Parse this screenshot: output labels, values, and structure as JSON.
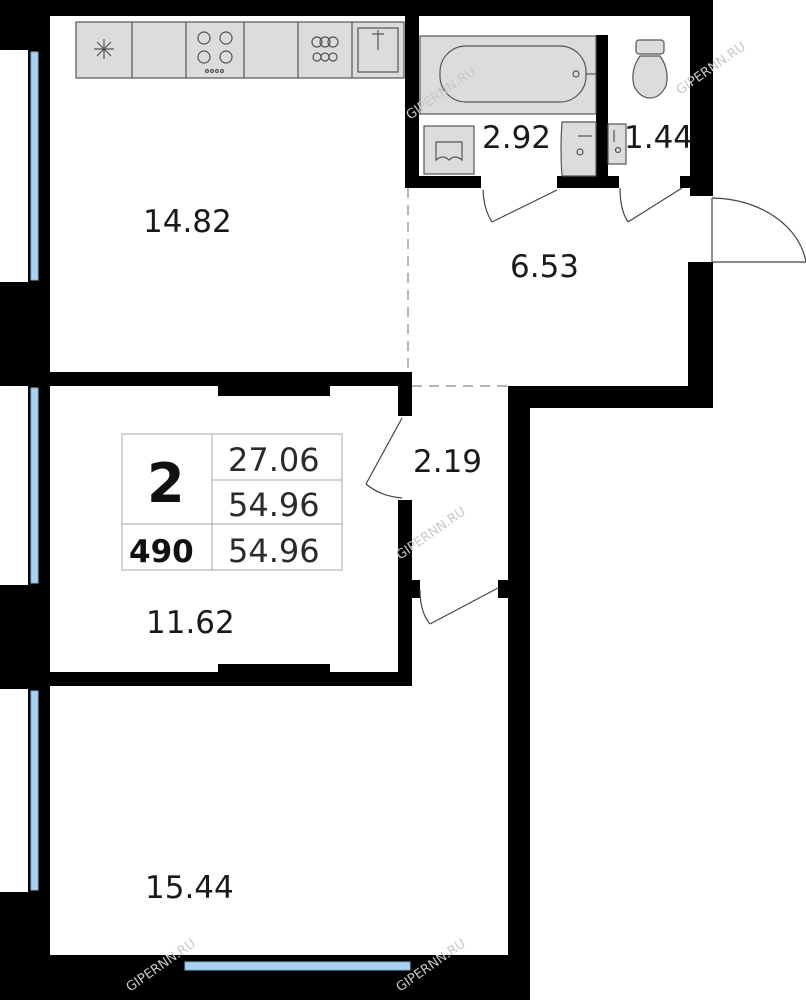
{
  "rooms": {
    "kitchen": {
      "area": "14.82"
    },
    "bathroom": {
      "area": "2.92"
    },
    "toilet": {
      "area": "1.44"
    },
    "hall": {
      "area": "6.53"
    },
    "corridor": {
      "area": "2.19"
    },
    "bedroom": {
      "area": "11.62"
    },
    "living": {
      "area": "15.44"
    }
  },
  "summary": {
    "room_count": "2",
    "apartment_number": "490",
    "living_area": "27.06",
    "total_area": "54.96",
    "total_area_with_balcony": "54.96"
  },
  "watermark": "GIPERNN.RU",
  "colors": {
    "wall": "#000000",
    "window": "#a9d3f0",
    "fixture": "#dcdcdc"
  },
  "icons": [
    "snowflake-icon",
    "stove-icon",
    "sink-icon",
    "bathtub-icon",
    "washing-machine-icon",
    "washbasin-icon",
    "toilet-icon"
  ]
}
